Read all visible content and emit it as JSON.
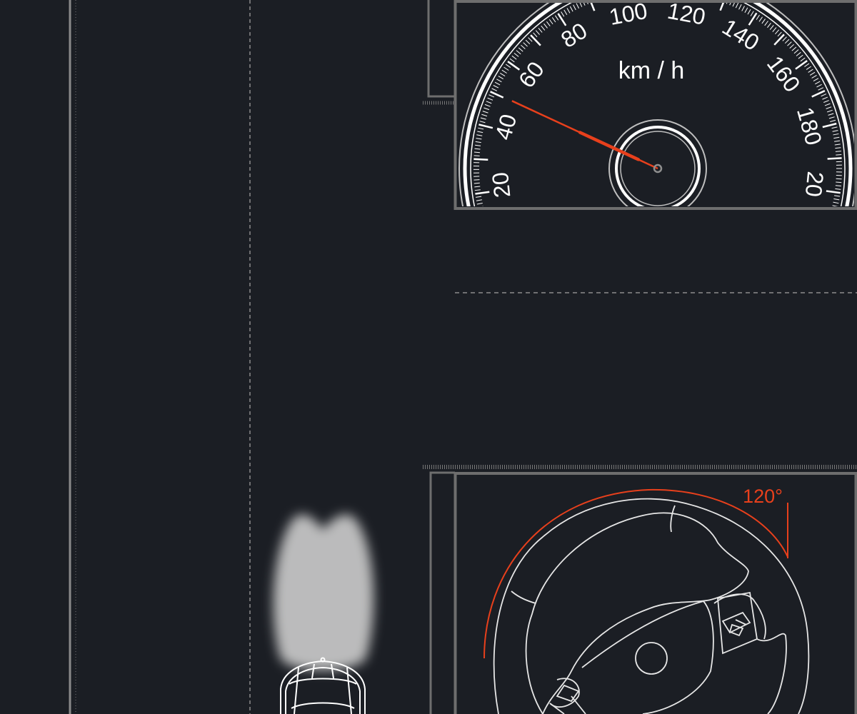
{
  "theme": {
    "background": "#1b1e24",
    "line_color": "#d8d8d8",
    "panel_border": "#6a6a6a",
    "accent": "#e8401c"
  },
  "speedometer": {
    "unit": "km / h",
    "scale_labels": [
      "20",
      "40",
      "60",
      "80",
      "100",
      "120",
      "140",
      "160",
      "180",
      "20"
    ],
    "needle_value": 49
  },
  "steering": {
    "angle_label": "120°",
    "rotation_limit_deg": 120
  },
  "road": {
    "vehicle_icon": "car-top-view-icon",
    "light_icon": "headlight-beam-icon"
  }
}
